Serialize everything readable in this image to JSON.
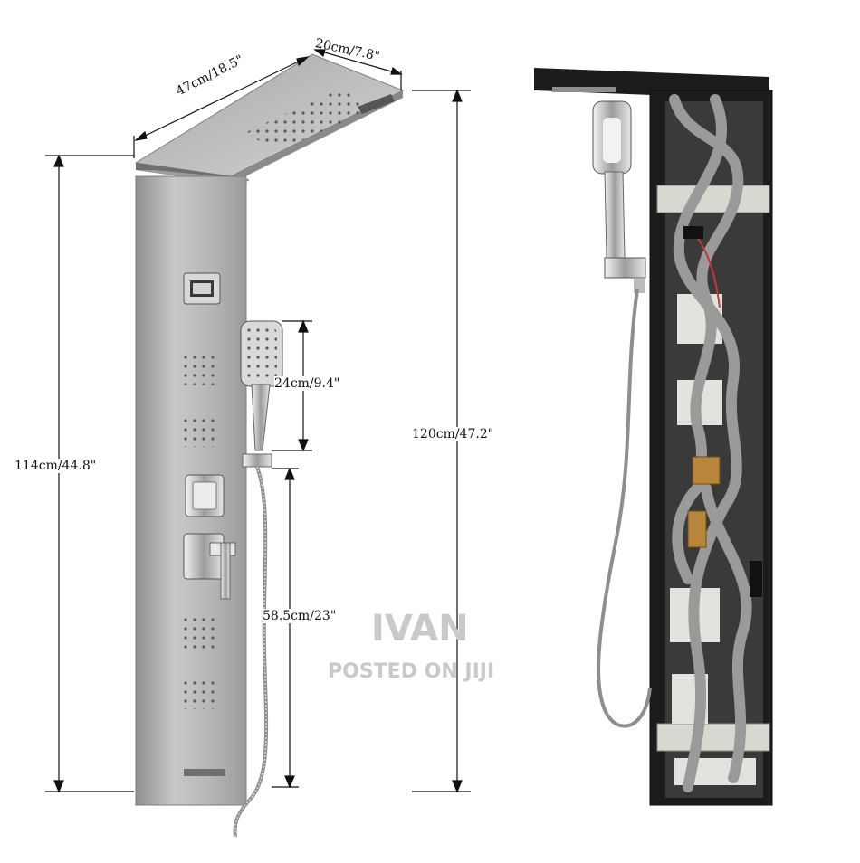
{
  "dimensions": {
    "width_top": "47cm/18.5\"",
    "depth_top": "20cm/7.8\"",
    "panel_height": "114cm/44.8\"",
    "total_height": "120cm/47.2\"",
    "handheld_length": "24cm/9.4\"",
    "hose_length": "58.5cm/23\""
  },
  "watermark": {
    "line1": "IVAN",
    "line2": "POSTED ON JIJI"
  },
  "colors": {
    "steel": "#b9b9b9",
    "steel_dark": "#8e8e8e",
    "back_frame": "#1c1c1c",
    "back_inner": "#3a3a3a",
    "hose": "#9a9a9a",
    "brass": "#b8863a"
  }
}
